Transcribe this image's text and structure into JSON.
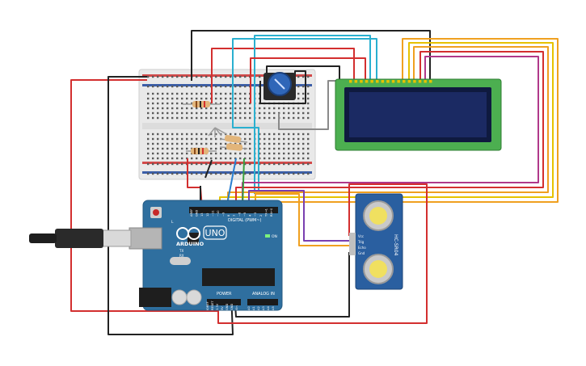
{
  "arduino": {
    "brand": "ARDUINO",
    "model": "UNO",
    "digital_label": "DIGITAL (PWM~)",
    "power_label": "POWER",
    "analog_label": "ANALOG IN",
    "on_label": "ON",
    "tx_label": "TX",
    "rx_label": "RX",
    "l_label": "L",
    "digital_pins": [
      "AREF",
      "GND",
      "13",
      "12",
      "~11",
      "~10",
      "~9",
      "8",
      "7",
      "~6",
      "~5",
      "4",
      "~3",
      "2",
      "TX→1",
      "RX←0"
    ],
    "power_pins": [
      "IOREF",
      "RESET",
      "3.3V",
      "5V",
      "GND",
      "GND",
      "Vin"
    ],
    "analog_pins": [
      "A0",
      "A1",
      "A2",
      "A3",
      "A4",
      "A5"
    ]
  },
  "sensor": {
    "model": "HC-SR04",
    "pins": [
      "Vcc",
      "Trig",
      "Echo",
      "Gnd"
    ]
  },
  "lcd": {
    "pin_count": 16
  },
  "colors": {
    "board": "#2f6f9f",
    "breadboard": "#e8e8e8",
    "lcd_pcb": "#4caf50",
    "lcd_screen": "#1b2a63",
    "sensor_pcb": "#2a5fa0",
    "wire_red": "#d32f2f",
    "wire_black": "#222222",
    "wire_orange": "#f0a020",
    "wire_yellow": "#e6c200",
    "wire_magenta": "#b0388a",
    "wire_purple": "#7a3fb0",
    "wire_cyan": "#2ab0d0",
    "wire_blue": "#2a7fd0",
    "wire_green": "#3aa040",
    "wire_gray": "#8a8a8a"
  }
}
